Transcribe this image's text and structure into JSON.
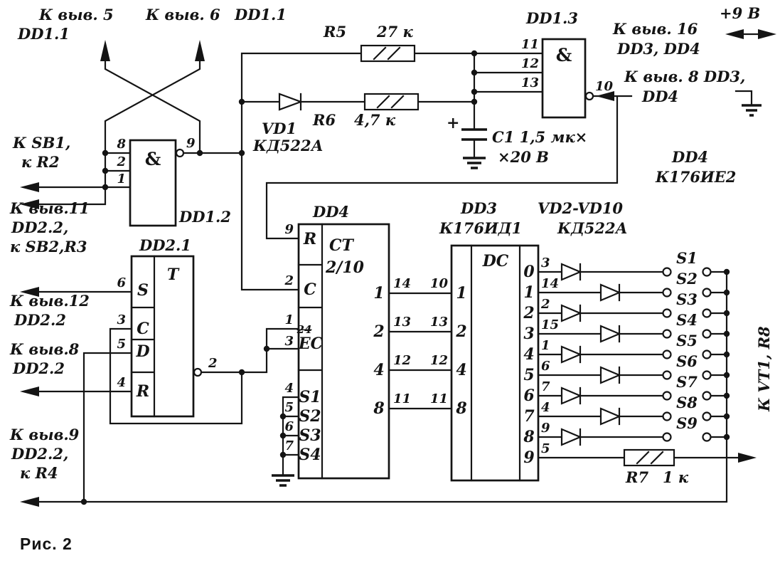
{
  "caption": "Рис. 2",
  "labels": {
    "to_pin5_l1": "К выв. 5",
    "to_pin5_l2": "DD1.1",
    "to_pin6": "К выв. 6",
    "to_pin6_ref": "DD1.1",
    "plus9v": "+9 В",
    "to_pin16_l1": "К выв. 16",
    "to_pin16_l2": "DD3, DD4",
    "to_pin8_dd34_l1": "К выв. 8 DD3,",
    "to_pin8_dd34_l2": "DD4",
    "dd4_ref_l1": "DD4",
    "dd4_ref_l2": "К176ИЕ2",
    "to_sb1_l1": "К SB1,",
    "to_sb1_l2": "к R2",
    "to_pin11_l1": "К выв.11",
    "to_pin11_l2": "DD2.2,",
    "to_pin11_l3": "к SB2,R3",
    "to_pin12_l1": "К выв.12",
    "to_pin12_l2": "DD2.2",
    "to_pin8_dd22_l1": "К выв.8",
    "to_pin8_dd22_l2": "DD2.2",
    "to_pin9_l1": "К выв.9",
    "to_pin9_l2": "DD2.2,",
    "to_pin9_l3": "к R4",
    "to_vt1": "К VT1, R8",
    "vd2_vd10_l1": "VD2-VD10",
    "vd2_vd10_l2": "КД522А"
  },
  "components": {
    "r5": {
      "name": "R5",
      "value": "27 к"
    },
    "r6": {
      "name": "R6",
      "value": "4,7 к"
    },
    "r7": {
      "name": "R7",
      "value": "1 к"
    },
    "vd1": {
      "name": "VD1",
      "type": "КД522А"
    },
    "c1": {
      "label_l1": "С1 1,5 мк×",
      "label_l2": "×20 В",
      "plus": "+"
    },
    "dd12": {
      "name": "DD1.2",
      "gate": "&",
      "pins_in": [
        "8",
        "2",
        "1"
      ],
      "pin_out": "9"
    },
    "dd13": {
      "name": "DD1.3",
      "gate": "&",
      "pins_in": [
        "11",
        "12",
        "13"
      ],
      "pin_out": "10"
    },
    "dd21": {
      "name": "DD2.1",
      "type_label": "T",
      "cells": [
        "S",
        "C",
        "D",
        "R"
      ],
      "pins": {
        "s": "6",
        "c": "3",
        "d": "5",
        "r": "4",
        "out": "2"
      }
    },
    "dd4": {
      "name": "DD4",
      "func": "CT",
      "ratio": "2/10",
      "cells": {
        "r": "R",
        "c": "C",
        "ec": "EC",
        "s": [
          "S1",
          "S2",
          "S3",
          "S4"
        ]
      },
      "pins_left": [
        "9",
        "2",
        "1",
        "3",
        "4",
        "5",
        "6",
        "7"
      ],
      "ec_struck": "24",
      "outputs": [
        "1",
        "2",
        "4",
        "8"
      ],
      "pins_right": [
        "14",
        "13",
        "12",
        "11"
      ]
    },
    "dd3": {
      "name": "DD3",
      "type": "К176ИД1",
      "func": "DC",
      "inputs": [
        "1",
        "2",
        "4",
        "8"
      ],
      "pins_in": [
        "10",
        "13",
        "12",
        "11"
      ],
      "outputs": [
        "0",
        "1",
        "2",
        "3",
        "4",
        "5",
        "6",
        "7",
        "8",
        "9"
      ],
      "pins_out": [
        "3",
        "14",
        "2",
        "15",
        "1",
        "6",
        "7",
        "4",
        "9",
        "5"
      ]
    }
  },
  "switches": [
    "S1",
    "S2",
    "S3",
    "S4",
    "S5",
    "S6",
    "S7",
    "S8",
    "S9"
  ]
}
